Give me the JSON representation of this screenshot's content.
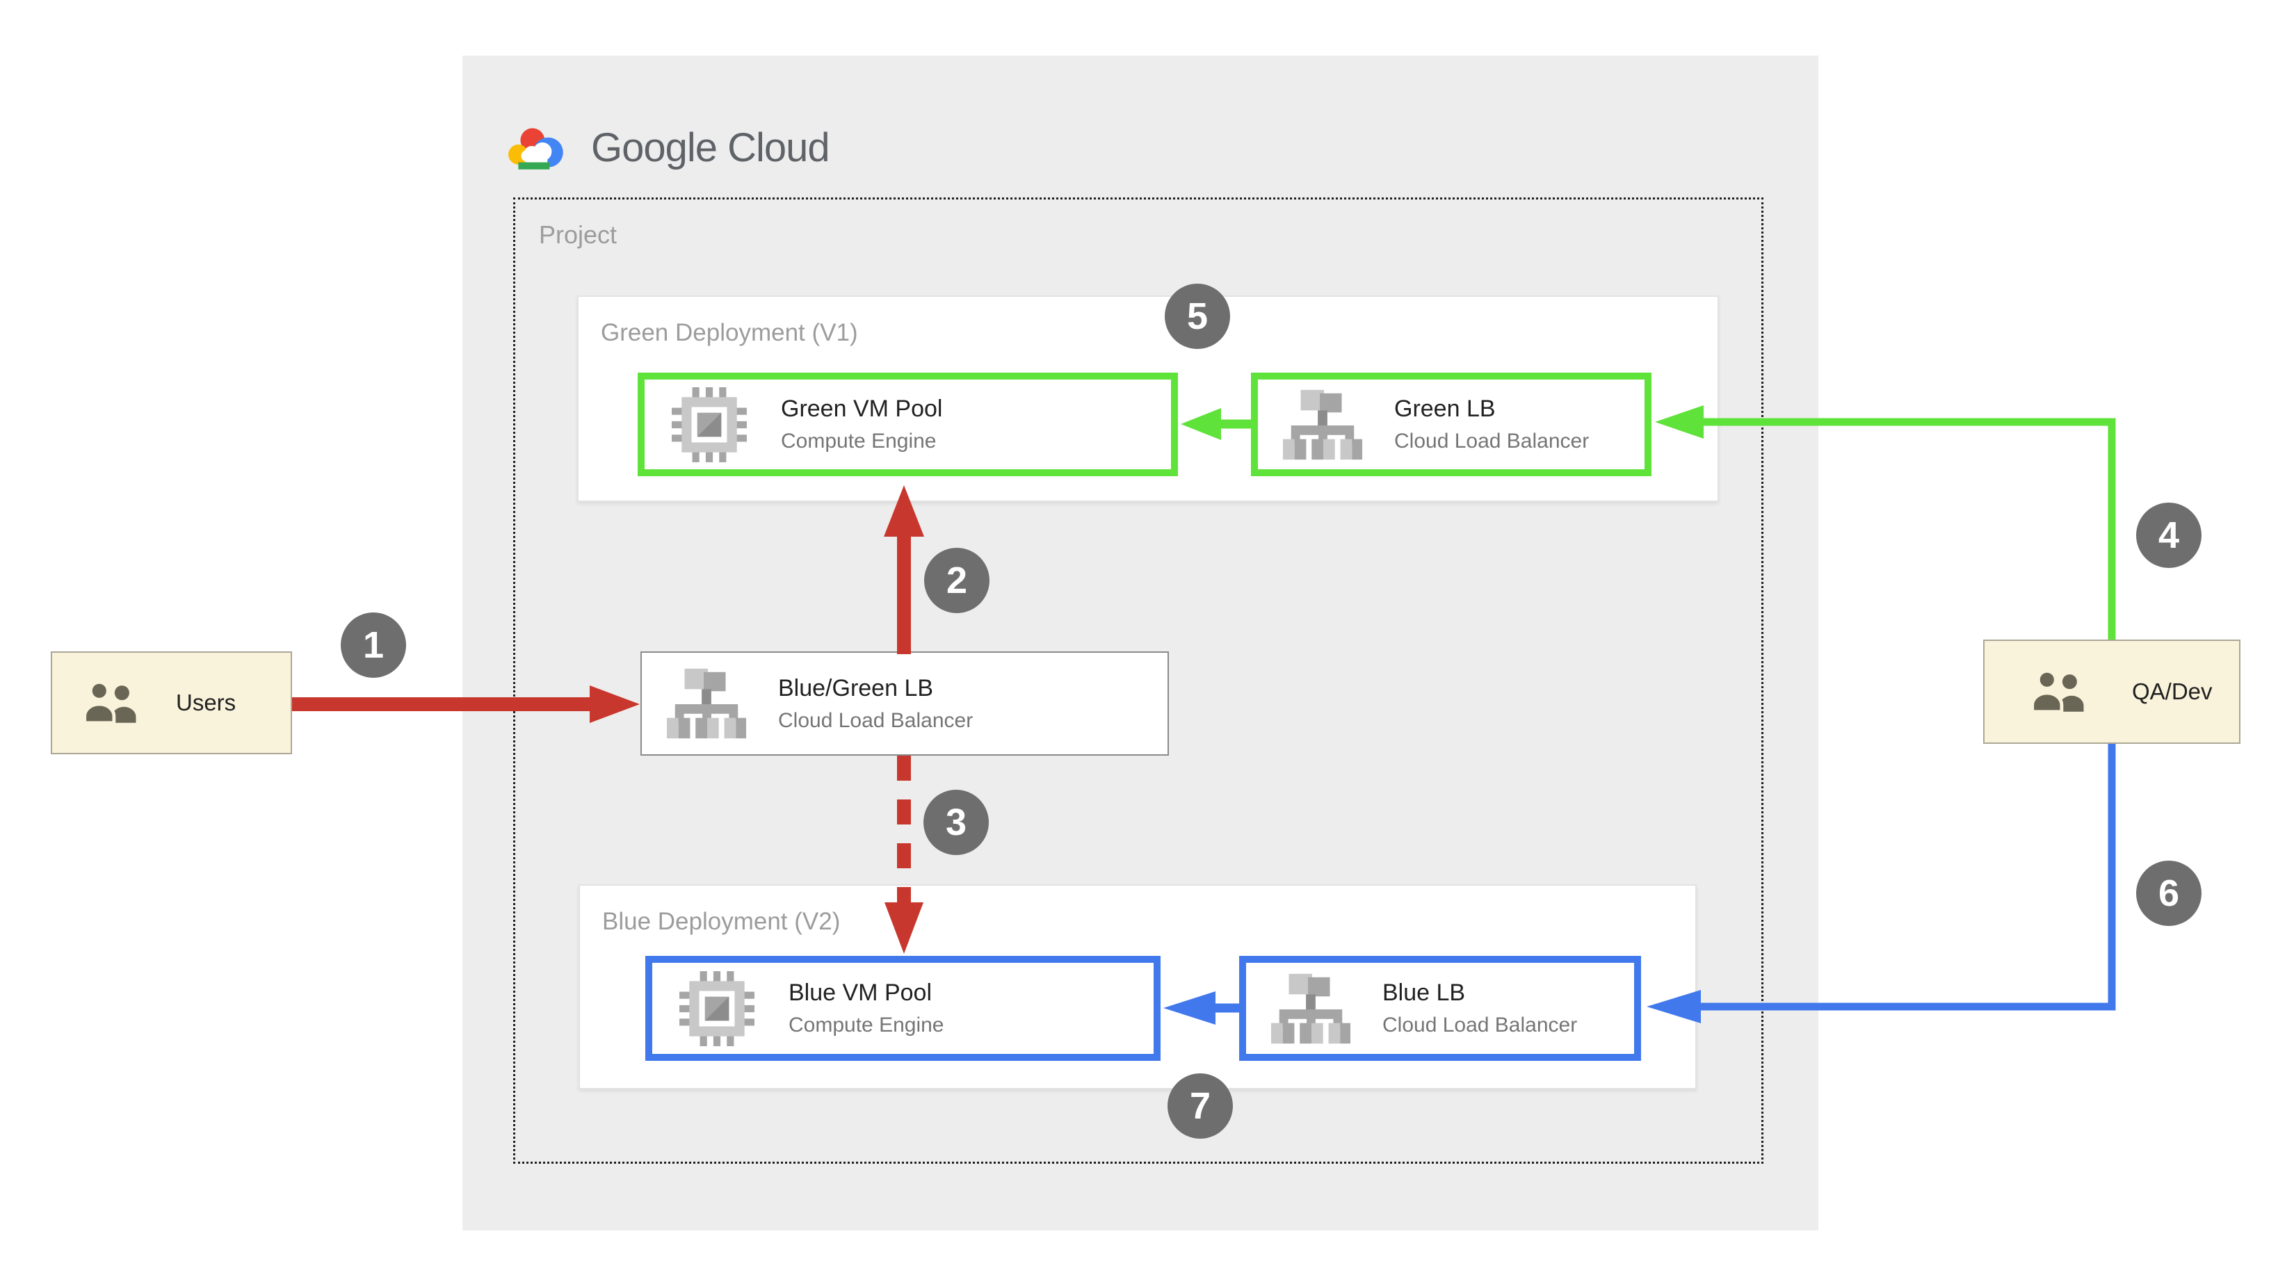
{
  "header": {
    "logo_text": "Google Cloud"
  },
  "project": {
    "label": "Project"
  },
  "groups": {
    "green": {
      "label": "Green Deployment (V1)"
    },
    "blue": {
      "label": "Blue Deployment (V2)"
    }
  },
  "nodes": {
    "green_vm": {
      "title": "Green VM Pool",
      "subtitle": "Compute Engine"
    },
    "green_lb": {
      "title": "Green LB",
      "subtitle": "Cloud Load Balancer"
    },
    "bg_lb": {
      "title": "Blue/Green LB",
      "subtitle": "Cloud Load Balancer"
    },
    "blue_vm": {
      "title": "Blue VM Pool",
      "subtitle": "Compute Engine"
    },
    "blue_lb": {
      "title": "Blue LB",
      "subtitle": "Cloud Load Balancer"
    }
  },
  "actors": {
    "users": {
      "label": "Users"
    },
    "qadev": {
      "label": "QA/Dev"
    }
  },
  "steps": [
    "1",
    "2",
    "3",
    "4",
    "5",
    "6",
    "7"
  ],
  "colors": {
    "red": "#C8372D",
    "green": "#5FE23A",
    "blue": "#4179EC",
    "step": "#6E6E6E",
    "panel": "#EDEDED",
    "cream": "#FAF3DC",
    "cream_border": "#ABA795",
    "label": "#9C9C9C",
    "subtitle": "#757575",
    "title": "#212121",
    "logo_text": "#5F6368",
    "dotted": "#1F1F1F",
    "group_border": "#E2E2E2",
    "node_border": "#8A8A8A",
    "icon_light": "#C8C8C8",
    "icon_mid": "#A5A5A5",
    "icon_dark": "#8C8C8C",
    "users_icon": "#6A6655",
    "logo_red": "#EA4335",
    "logo_yellow": "#FBBC05",
    "logo_green": "#34A853",
    "logo_blue": "#4285F4"
  }
}
